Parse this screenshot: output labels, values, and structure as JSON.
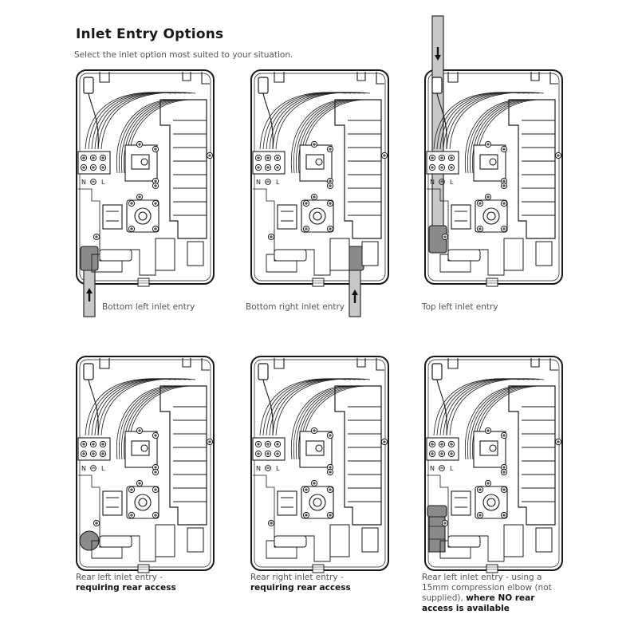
{
  "header": {
    "title": "Inlet Entry Options",
    "subtitle": "Select the inlet option most suited to your situation."
  },
  "terminal_labels": [
    "N",
    "L"
  ],
  "options": [
    {
      "variant": "bottom-left",
      "caption": "Bottom left inlet entry",
      "caption_bold": ""
    },
    {
      "variant": "bottom-right",
      "caption": "Bottom right inlet entry",
      "caption_bold": ""
    },
    {
      "variant": "top-left",
      "caption": "Top left inlet entry",
      "caption_bold": ""
    },
    {
      "variant": "rear-left",
      "caption": "Rear left inlet entry -",
      "caption_bold": "requiring rear access"
    },
    {
      "variant": "rear-right",
      "caption": "Rear right inlet entry -",
      "caption_bold": "requiring rear access"
    },
    {
      "variant": "elbow",
      "caption": "Rear left inlet entry - using a 15mm compression elbow (not supplied),",
      "caption_bold": "where NO rear access is available"
    }
  ],
  "colors": {
    "line": "#1a1a1a",
    "pipe": "#c8c8c8",
    "fitting": "#8a8a8a"
  }
}
